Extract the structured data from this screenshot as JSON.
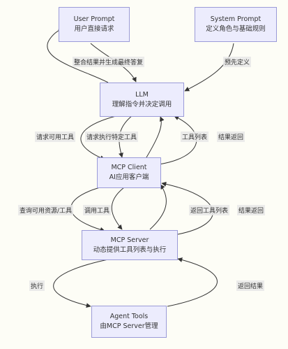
{
  "title_fragment": "",
  "nodes": {
    "user_prompt": {
      "title": "User Prompt",
      "subtitle": "用户直接请求"
    },
    "system_prompt": {
      "title": "System Prompt",
      "subtitle": "定义角色与基础规则"
    },
    "llm": {
      "title": "LLM",
      "subtitle": "理解指令并决定调用"
    },
    "mcp_client": {
      "title": "MCP Client",
      "subtitle": "AI应用客户端"
    },
    "mcp_server": {
      "title": "MCP Server",
      "subtitle": "动态提供工具列表与执行"
    },
    "agent_tools": {
      "title": "Agent Tools",
      "subtitle": "由MCP Server管理"
    }
  },
  "edges": {
    "llm_to_user": "整合结果并生成最终答复",
    "system_to_llm": "预先定义",
    "llm_to_client_query": "请求可用工具",
    "llm_to_client_exec": "请求执行特定工具",
    "client_to_llm_tools": "工具列表",
    "client_to_llm_result": "结果返回",
    "client_to_server_query": "查询可用资源/工具",
    "client_to_server_call": "调用工具",
    "server_to_client_tools": "返回工具列表",
    "server_to_client_result": "结果返回",
    "server_to_tools": "执行",
    "tools_to_server": "返回结果"
  }
}
